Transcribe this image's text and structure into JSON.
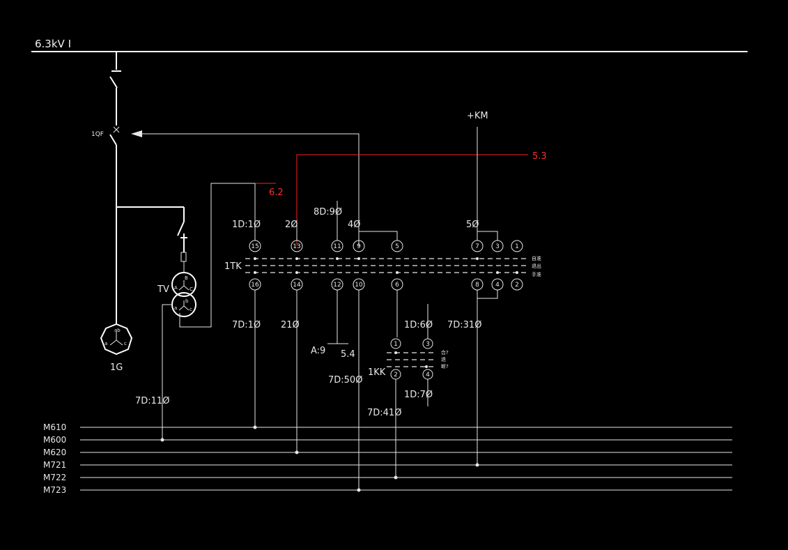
{
  "bus": {
    "label": "6.3kV  I"
  },
  "breaker_label": "1QF",
  "generator_label": "1G",
  "generator_phases": [
    "ab",
    "a",
    "c"
  ],
  "tv_label": "TV",
  "tv_phases_top": [
    "B",
    "A",
    "C"
  ],
  "tv_phases_bottom": [
    "b",
    "a",
    "c"
  ],
  "km_label": "+KM",
  "red_refs": [
    "5.3",
    "6.2"
  ],
  "switch_1tk": {
    "label": "1TK",
    "positions": [
      "自准",
      "退出",
      "手准"
    ],
    "top_contacts": [
      "15",
      "13",
      "11",
      "9",
      "5",
      "7",
      "3",
      "1"
    ],
    "bottom_contacts": [
      "16",
      "14",
      "12",
      "10",
      "6",
      "8",
      "4",
      "2"
    ]
  },
  "switch_1kk": {
    "label": "1KK",
    "positions": [
      "合?",
      "退",
      "断?"
    ],
    "top_contacts": [
      "1",
      "3"
    ],
    "bottom_contacts": [
      "2",
      "4"
    ]
  },
  "terminal_labels": {
    "t_1d1": "1D:1Ø",
    "t_2": "2Ø",
    "t_8d9": "8D:9Ø",
    "t_4": "4Ø",
    "t_5": "5Ø",
    "t_7d1": "7D:1Ø",
    "t_21": "21Ø",
    "t_a9": "A:9",
    "t_54": "5.4",
    "t_7d50": "7D:50Ø",
    "t_1d6": "1D:6Ø",
    "t_1d7": "1D:7Ø",
    "t_7d41": "7D:41Ø",
    "t_7d31": "7D:31Ø",
    "t_7d11": "7D:11Ø"
  },
  "buses": [
    "M610",
    "M600",
    "M620",
    "M721",
    "M722",
    "M723"
  ],
  "colors": {
    "background": "#000000",
    "line": "#e8e8e8",
    "reference": "#ff3030"
  }
}
